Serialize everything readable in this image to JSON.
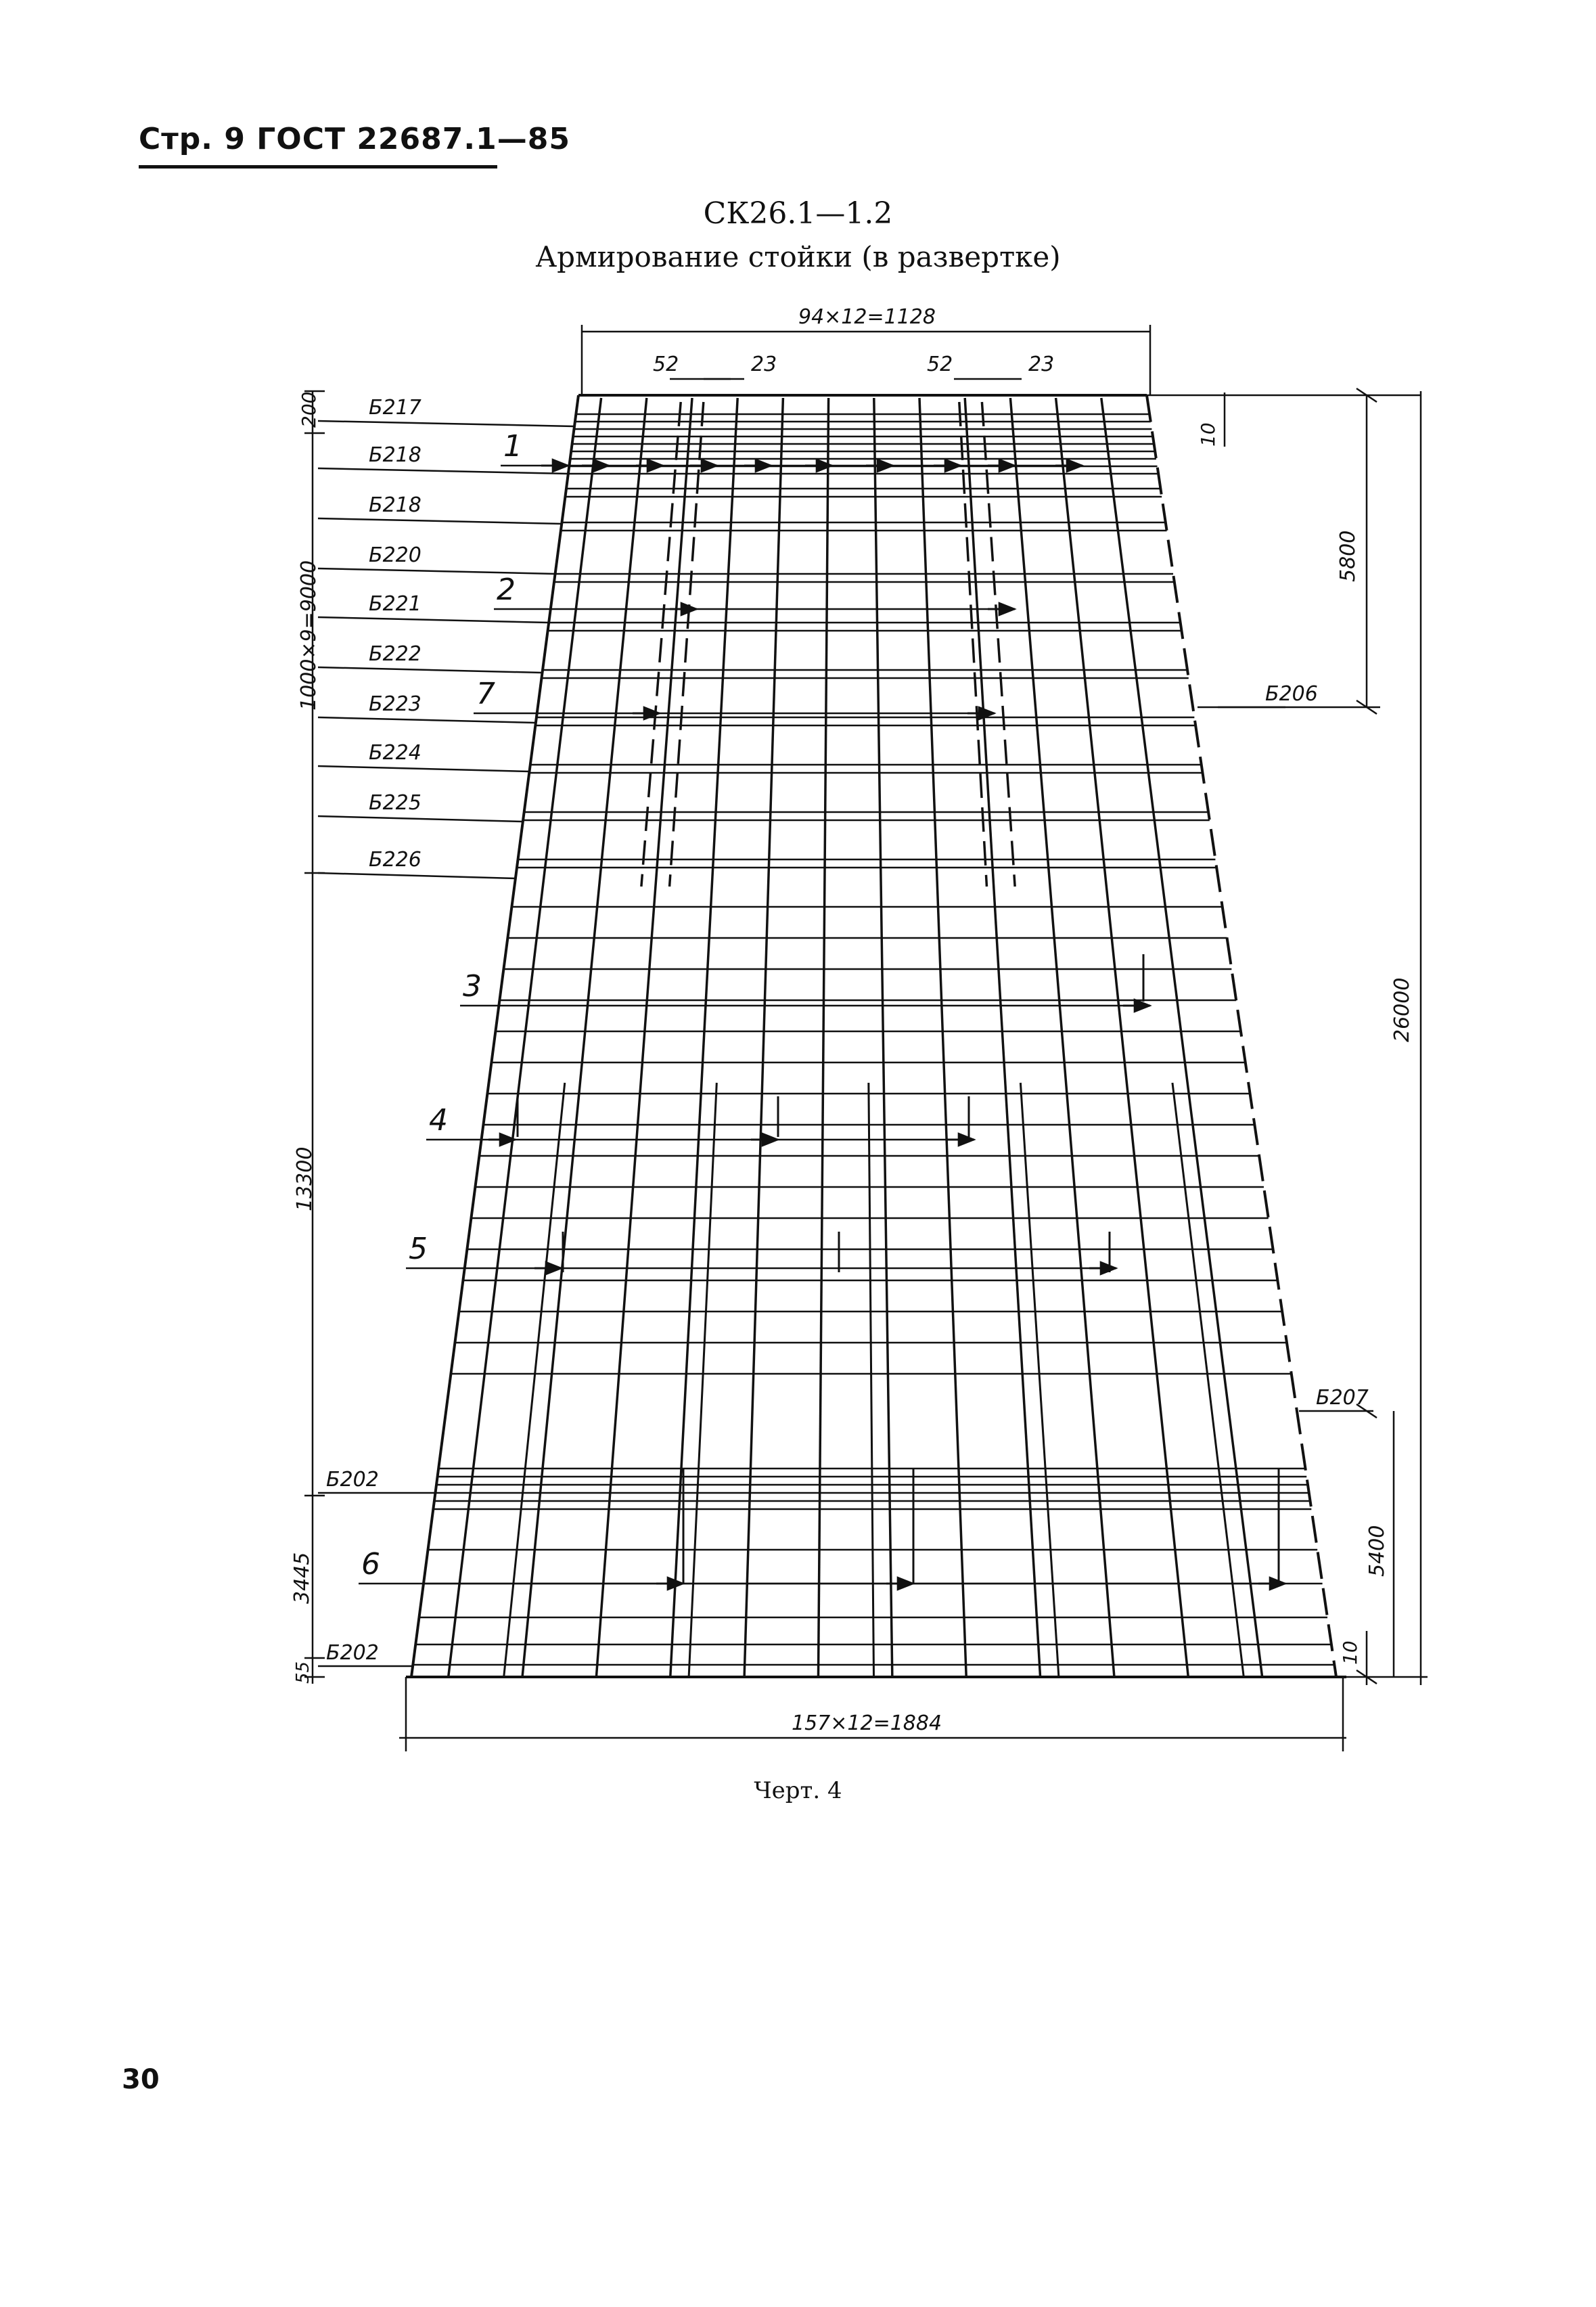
{
  "header": "Стр. 9 ГОСТ 22687.1—85",
  "title": "СК26.1—1.2",
  "subtitle": "Армирование стойки (в развертке)",
  "caption": "Черт. 4",
  "page_number": "30",
  "dimensions": {
    "top_width": "94×12=1128",
    "top_sub_left_a": "52",
    "top_sub_left_b": "23",
    "top_sub_right_a": "52",
    "top_sub_right_b": "23",
    "bottom_width": "157×12=1884",
    "left_top": "200",
    "left_upper": "1000×9=9000",
    "left_middle": "13300",
    "left_lower": "3445",
    "left_bottom": "55",
    "right_top_gap": "10",
    "right_upper": "5800",
    "right_total": "26000",
    "right_lower": "5400",
    "right_bottom_gap": "10"
  },
  "rings_left": [
    "Б217",
    "Б218",
    "Б218",
    "Б220",
    "Б221",
    "Б222",
    "Б223",
    "Б224",
    "Б225",
    "Б226",
    "Б202",
    "Б202"
  ],
  "rings_right": [
    "Б206",
    "Б207"
  ],
  "bar_marks": [
    "1",
    "2",
    "7",
    "3",
    "4",
    "5",
    "6"
  ]
}
